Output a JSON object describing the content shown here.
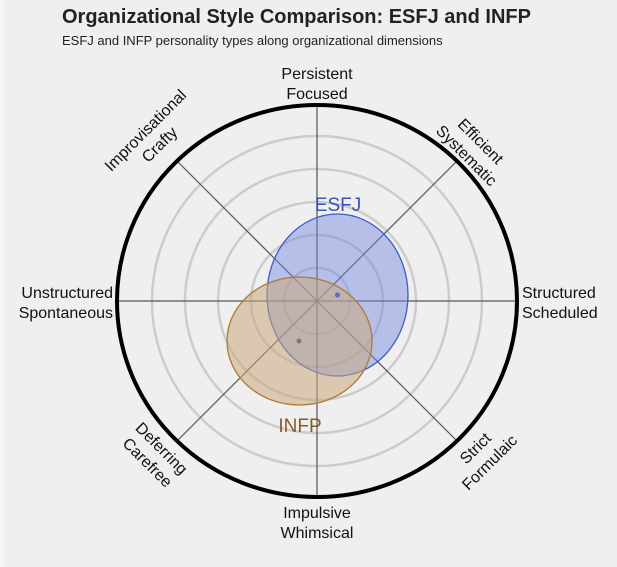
{
  "header": {
    "title": "Organizational Style Comparison: ESFJ and INFP",
    "subtitle": "ESFJ and INFP personality types along organizational dimensions"
  },
  "colors": {
    "background": "#efefef",
    "grid_circle": "#cccccc",
    "outer_circle": "#000000",
    "axis_line": "#555555",
    "esfj_fill": "#6f86e0",
    "esfj_stroke": "#3a5ccc",
    "esfj_text": "#3a53b5",
    "infp_fill": "#c9a77e",
    "infp_stroke": "#b07a30",
    "infp_text": "#8a5a25"
  },
  "axes": {
    "top": [
      "Persistent",
      "Focused"
    ],
    "top_right": [
      "Efficient",
      "Systematic"
    ],
    "right": [
      "Structured",
      "Scheduled"
    ],
    "bottom_right": [
      "Strict",
      "Formulaic"
    ],
    "bottom": [
      "Impulsive",
      "Whimsical"
    ],
    "bottom_left": [
      "Deferring",
      "Carefree"
    ],
    "left": [
      "Unstructured",
      "Spontaneous"
    ],
    "top_left": [
      "Improvisational",
      "Crafty"
    ]
  },
  "chart_data": {
    "type": "scatter",
    "subtype": "radial ellipse comparison",
    "title": "Organizational Style Comparison: ESFJ and INFP",
    "subtitle": "ESFJ and INFP personality types along organizational dimensions",
    "axes_labels": [
      "Persistent / Focused",
      "Efficient / Systematic",
      "Structured / Scheduled",
      "Strict / Formulaic",
      "Impulsive / Whimsical",
      "Deferring / Carefree",
      "Unstructured / Spontaneous",
      "Improvisational / Crafty"
    ],
    "grid_rings": 5,
    "range": [
      -1,
      1
    ],
    "note": "x: Unstructured(-) to Structured(+); y: Impulsive(-) to Persistent(+); values normalized to outer circle radius = 1",
    "series": [
      {
        "name": "ESFJ",
        "center": [
          0.1,
          0.03
        ],
        "radius_x": 0.36,
        "radius_y": 0.41,
        "color": "#6f86e0"
      },
      {
        "name": "INFP",
        "center": [
          -0.09,
          -0.2
        ],
        "radius_x": 0.37,
        "radius_y": 0.32,
        "color": "#c9a77e"
      }
    ]
  },
  "series_labels": {
    "esfj": "ESFJ",
    "infp": "INFP"
  }
}
